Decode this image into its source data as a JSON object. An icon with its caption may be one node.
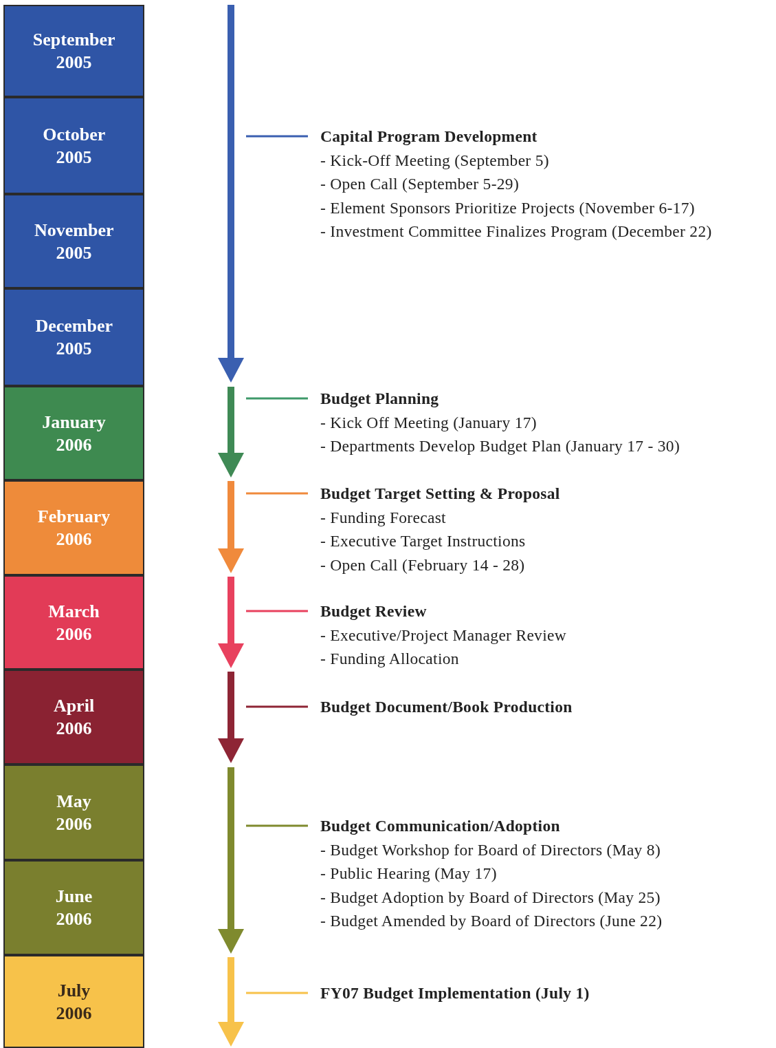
{
  "diagram": {
    "nodes": [
      {
        "text": [
          "September 2005"
        ]
      },
      {
        "text": [
          "October 2005"
        ]
      },
      {
        "text": [
          "November 2005"
        ]
      },
      {
        "text": [
          "December 2005"
        ]
      },
      {
        "text": [
          "January 2006"
        ]
      },
      {
        "text": [
          "February 2006"
        ]
      },
      {
        "text": [
          "March 2006"
        ]
      },
      {
        "text": [
          "April 2006"
        ]
      },
      {
        "text": [
          "May 2006"
        ]
      },
      {
        "text": [
          "June 2006"
        ]
      },
      {
        "text": [
          "July 2006"
        ]
      },
      {
        "text": [
          "Capital Program Development",
          "- Kick-Off Meeting (September 5)",
          "- Open Call (September 5-29)",
          "- Element Sponsors Prioritize Projects (November 6-17)",
          "- Investment Committee Finalizes Program (December 22)"
        ]
      },
      {
        "text": [
          "Budget Planning",
          "- Kick Off Meeting (January 17)",
          "- Departments Develop Budget Plan (January 17 - 30)"
        ]
      },
      {
        "text": [
          "Budget Target Setting & Proposal",
          "- Funding Forecast",
          "- Executive Target Instructions",
          "- Open Call (February 14 - 28)"
        ]
      },
      {
        "text": [
          "Budget Review",
          "- Executive/Project Manager Review",
          "- Funding Allocation"
        ]
      },
      {
        "text": [
          "Budget Document/Book Production"
        ]
      },
      {
        "text": [
          "Budget Communication/Adoption",
          "- Budget Workshop for Board of Directors (May 8)",
          "- Public Hearing (May 17)",
          "- Budget Adoption by Board of Directors (May 25)",
          "- Budget Amended by Board of Directors (June 22)"
        ]
      },
      {
        "text": [
          "FY07 Budget Implementation (July 1)"
        ]
      }
    ],
    "edges": [
      {
        "from": 11,
        "to": null,
        "arrow": "none",
        "color": "#3a5fb0"
      },
      {
        "from": 12,
        "to": null,
        "arrow": "none",
        "color": "#3f9a6a"
      },
      {
        "from": 13,
        "to": null,
        "arrow": "none",
        "color": "#f08a3c"
      },
      {
        "from": 14,
        "to": null,
        "arrow": "none",
        "color": "#e8415e"
      },
      {
        "from": 15,
        "to": null,
        "arrow": "none",
        "color": "#8e2535"
      },
      {
        "from": 16,
        "to": null,
        "arrow": "none",
        "color": "#7f8a2e"
      },
      {
        "from": 17,
        "to": null,
        "arrow": "none",
        "color": "#f7c24a"
      }
    ]
  }
}
